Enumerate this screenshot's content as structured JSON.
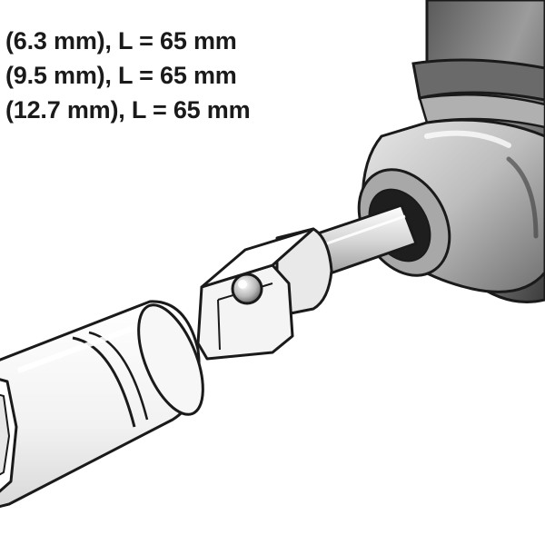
{
  "specs": [
    {
      "text": "(6.3 mm), L = 65 mm"
    },
    {
      "text": "(9.5 mm), L = 65 mm"
    },
    {
      "text": "(12.7 mm), L = 65 mm"
    }
  ],
  "colors": {
    "outline": "#1a1a1a",
    "chuck_dark": "#4a4a4a",
    "chuck_mid": "#8a8a8a",
    "chuck_light": "#d9d9d9",
    "metal_light": "#f2f2f2",
    "background": "#ffffff"
  },
  "icons": {
    "drill": "drill-chuck-icon",
    "adapter": "socket-adapter-icon",
    "socket": "hex-socket-icon"
  }
}
